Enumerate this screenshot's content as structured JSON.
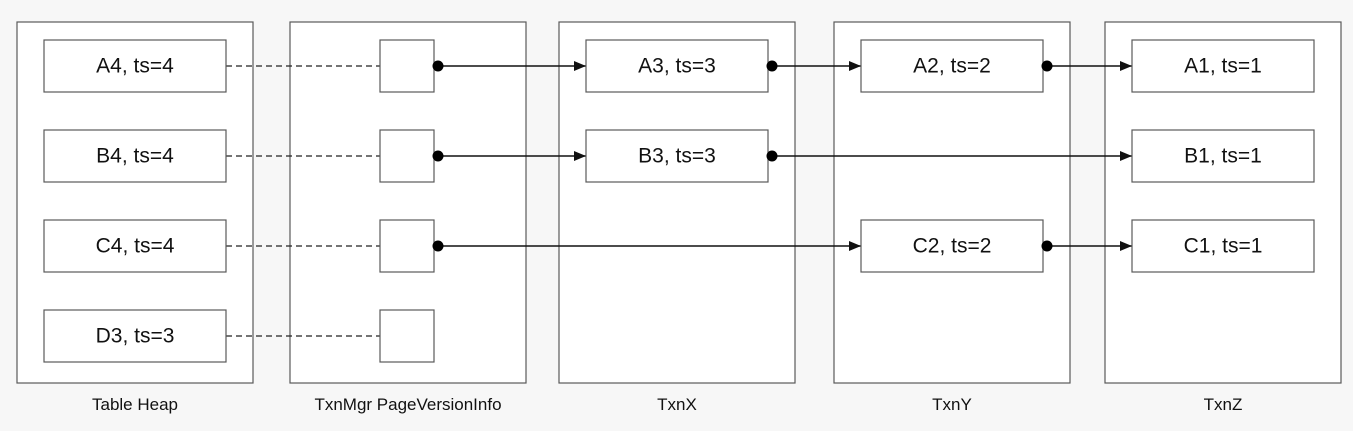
{
  "columns": [
    {
      "id": "table-heap",
      "label": "Table Heap"
    },
    {
      "id": "txnmgr",
      "label": "TxnMgr PageVersionInfo"
    },
    {
      "id": "txnx",
      "label": "TxnX"
    },
    {
      "id": "txny",
      "label": "TxnY"
    },
    {
      "id": "txnz",
      "label": "TxnZ"
    }
  ],
  "records": [
    {
      "id": "a4",
      "column": "table-heap",
      "row": 0,
      "label": "A4, ts=4"
    },
    {
      "id": "b4",
      "column": "table-heap",
      "row": 1,
      "label": "B4, ts=4"
    },
    {
      "id": "c4",
      "column": "table-heap",
      "row": 2,
      "label": "C4, ts=4"
    },
    {
      "id": "d3",
      "column": "table-heap",
      "row": 3,
      "label": "D3, ts=3"
    },
    {
      "id": "a3",
      "column": "txnx",
      "row": 0,
      "label": "A3, ts=3"
    },
    {
      "id": "b3",
      "column": "txnx",
      "row": 1,
      "label": "B3, ts=3"
    },
    {
      "id": "a2",
      "column": "txny",
      "row": 0,
      "label": "A2, ts=2"
    },
    {
      "id": "c2",
      "column": "txny",
      "row": 2,
      "label": "C2, ts=2"
    },
    {
      "id": "a1",
      "column": "txnz",
      "row": 0,
      "label": "A1, ts=1"
    },
    {
      "id": "b1",
      "column": "txnz",
      "row": 1,
      "label": "B1, ts=1"
    },
    {
      "id": "c1",
      "column": "txnz",
      "row": 2,
      "label": "C1, ts=1"
    }
  ],
  "slots": [
    {
      "id": "slot-a",
      "row": 0
    },
    {
      "id": "slot-b",
      "row": 1
    },
    {
      "id": "slot-c",
      "row": 2
    },
    {
      "id": "slot-d",
      "row": 3
    }
  ],
  "dashed_links": [
    {
      "from": "a4",
      "to": "slot-a"
    },
    {
      "from": "b4",
      "to": "slot-b"
    },
    {
      "from": "c4",
      "to": "slot-c"
    },
    {
      "from": "d3",
      "to": "slot-d"
    }
  ],
  "arrows": [
    {
      "from": "slot-a",
      "to": "a3"
    },
    {
      "from": "a3",
      "to": "a2"
    },
    {
      "from": "a2",
      "to": "a1"
    },
    {
      "from": "slot-b",
      "to": "b3"
    },
    {
      "from": "b3",
      "to": "b1"
    },
    {
      "from": "slot-c",
      "to": "c2"
    },
    {
      "from": "c2",
      "to": "c1"
    }
  ]
}
